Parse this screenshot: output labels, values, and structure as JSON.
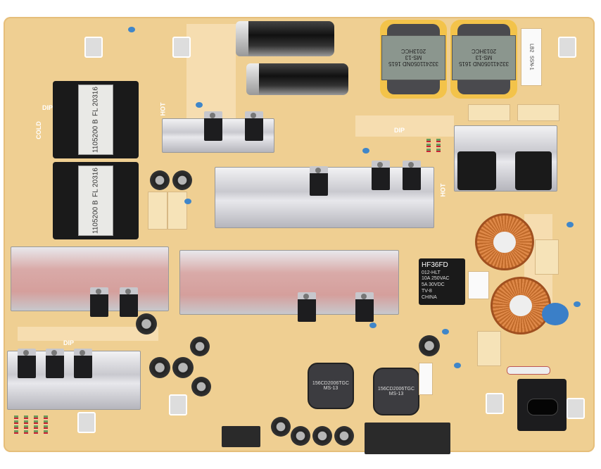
{
  "board": {
    "color": "#efcf92",
    "silkscreen": [
      "HOT",
      "COLD",
      "DIP",
      "HOT",
      "DIP",
      "DIP"
    ]
  },
  "relay": {
    "brand": "HF36FD",
    "lines": [
      "012-HLT",
      "10A 250VAC",
      "5A 30VDC",
      "TV-8",
      "CHINA"
    ]
  },
  "top_transformers": [
    {
      "lines": [
        "332411050ND 1615",
        "MS-13",
        "2013HCC"
      ]
    },
    {
      "lines": [
        "332411050ND 1615",
        "MS-13",
        "2013HCC"
      ]
    }
  ],
  "left_transformers": [
    {
      "lines": [
        "1105200 B",
        "FL 20316"
      ]
    },
    {
      "lines": [
        "1105200 B",
        "FL 20316"
      ]
    }
  ],
  "inductors": [
    {
      "lines": [
        "156CD2006TGC",
        "MS-13"
      ]
    },
    {
      "lines": [
        "156CD2006TGC",
        "MS-13"
      ]
    }
  ],
  "label_sticker": {
    "lines": [
      "LB2",
      "SSN-1"
    ]
  },
  "colors": {
    "heatsink": "#c9c9cf",
    "capacitor_blue": "#3f86c9",
    "copper": "#c06a2a"
  }
}
